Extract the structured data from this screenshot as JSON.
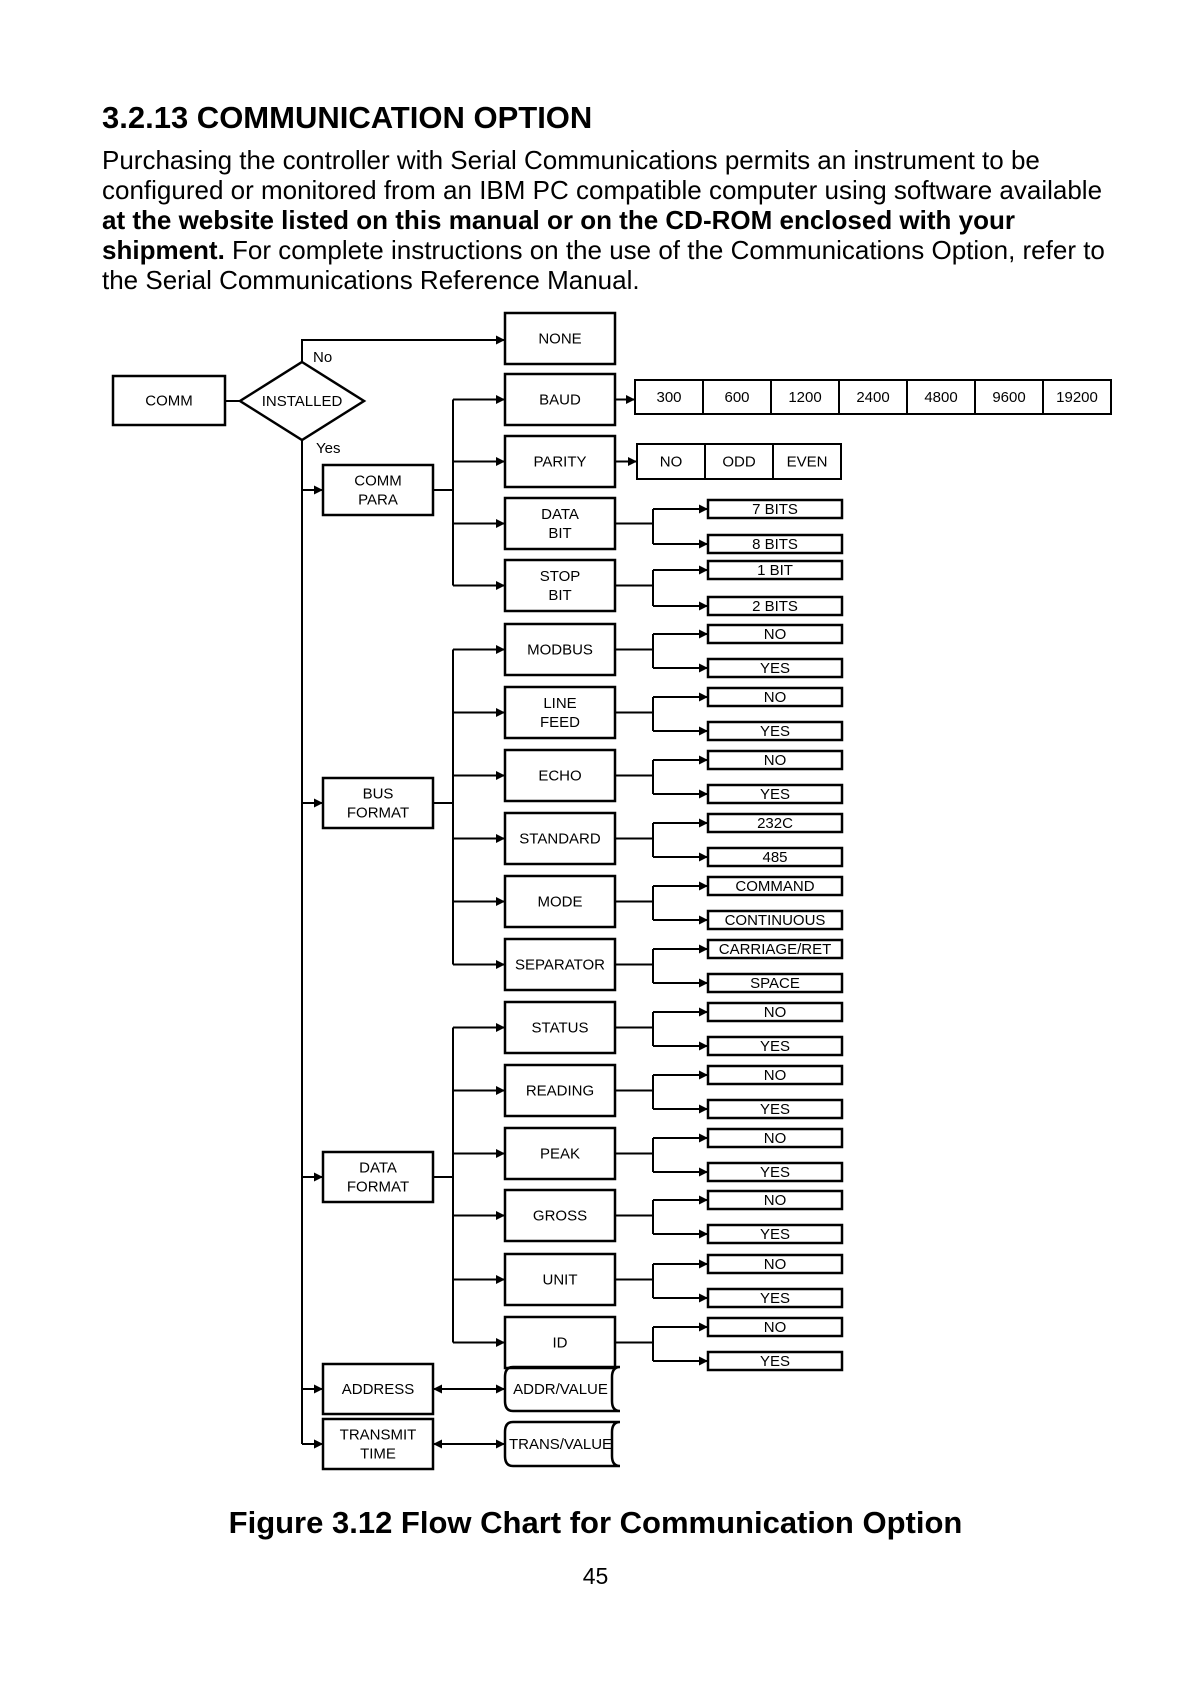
{
  "heading": "3.2.13 COMMUNICATION OPTION",
  "intro": {
    "part1": "Purchasing the controller with Serial Communications permits an instrument to be configured or monitored from an IBM PC compatible computer using software available ",
    "bold": "at the website listed on this manual or on the CD-ROM enclosed with your shipment.",
    "part2": " For complete instructions on the use of the Communications Option, refer to the Serial Communications Reference Manual."
  },
  "flowchart": {
    "comm": "COMM",
    "installed": "INSTALLED",
    "no_label": "No",
    "yes_label": "Yes",
    "none": "NONE",
    "groups": {
      "comm_para": [
        "COMM",
        "PARA"
      ],
      "bus_format": [
        "BUS",
        "FORMAT"
      ],
      "data_format": [
        "DATA",
        "FORMAT"
      ],
      "address": [
        "ADDRESS"
      ],
      "transmit_time": [
        "TRANSMIT",
        "TIME"
      ]
    },
    "baud": {
      "label": [
        "BAUD"
      ],
      "options": [
        "300",
        "600",
        "1200",
        "2400",
        "4800",
        "9600",
        "19200"
      ]
    },
    "parity": {
      "label": [
        "PARITY"
      ],
      "options": [
        "NO",
        "ODD",
        "EVEN"
      ]
    },
    "comm_para_items": [
      {
        "label": [
          "DATA",
          "BIT"
        ],
        "options": [
          "7 BITS",
          "8 BITS"
        ]
      },
      {
        "label": [
          "STOP",
          "BIT"
        ],
        "options": [
          "1 BIT",
          "2 BITS"
        ]
      }
    ],
    "bus_format_items": [
      {
        "label": [
          "MODBUS"
        ],
        "options": [
          "NO",
          "YES"
        ]
      },
      {
        "label": [
          "LINE",
          "FEED"
        ],
        "options": [
          "NO",
          "YES"
        ]
      },
      {
        "label": [
          "ECHO"
        ],
        "options": [
          "NO",
          "YES"
        ]
      },
      {
        "label": [
          "STANDARD"
        ],
        "options": [
          "232C",
          "485"
        ]
      },
      {
        "label": [
          "MODE"
        ],
        "options": [
          "COMMAND",
          "CONTINUOUS"
        ]
      },
      {
        "label": [
          "SEPARATOR"
        ],
        "options": [
          "CARRIAGE/RET",
          "SPACE"
        ]
      }
    ],
    "data_format_items": [
      {
        "label": [
          "STATUS"
        ],
        "options": [
          "NO",
          "YES"
        ]
      },
      {
        "label": [
          "READING"
        ],
        "options": [
          "NO",
          "YES"
        ]
      },
      {
        "label": [
          "PEAK"
        ],
        "options": [
          "NO",
          "YES"
        ]
      },
      {
        "label": [
          "GROSS"
        ],
        "options": [
          "NO",
          "YES"
        ]
      },
      {
        "label": [
          "UNIT"
        ],
        "options": [
          "NO",
          "YES"
        ]
      },
      {
        "label": [
          "ID"
        ],
        "options": [
          "NO",
          "YES"
        ]
      }
    ],
    "addr_value": "ADDR/VALUE",
    "trans_value": "TRANS/VALUE"
  },
  "caption": "Figure 3.12 Flow Chart for Communication Option",
  "page_number": "45"
}
